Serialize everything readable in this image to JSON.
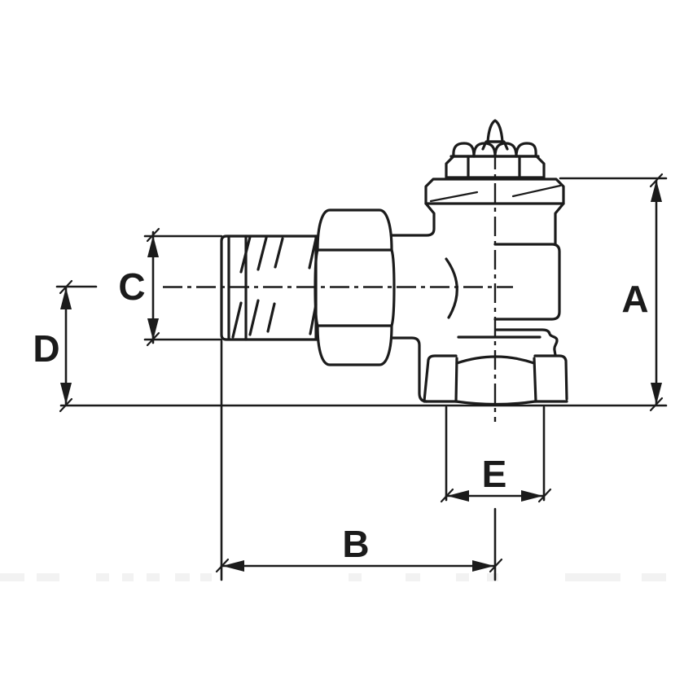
{
  "drawing": {
    "type": "technical-dimension-drawing",
    "subject": "angle-radiator-valve-side-view",
    "labels": {
      "a": "A",
      "b": "B",
      "c": "C",
      "d": "D",
      "e": "E"
    },
    "colors": {
      "line": "#1b1b1b",
      "background": "#ffffff"
    }
  }
}
